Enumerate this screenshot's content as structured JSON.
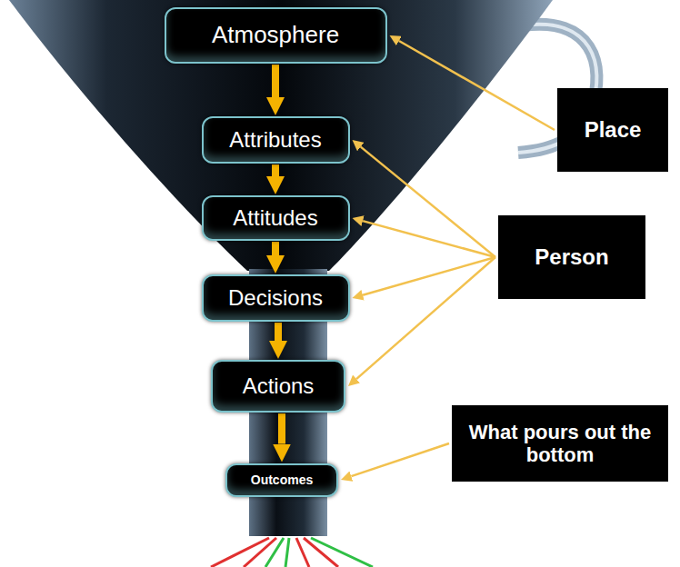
{
  "diagram": {
    "nodes": [
      {
        "text": [
          "Atmosphere"
        ]
      },
      {
        "text": [
          "Attributes"
        ]
      },
      {
        "text": [
          "Attitudes"
        ]
      },
      {
        "text": [
          "Decisions"
        ]
      },
      {
        "text": [
          "Actions"
        ]
      },
      {
        "text": [
          "Outcomes"
        ]
      },
      {
        "text": [
          "Place"
        ]
      },
      {
        "text": [
          "Person"
        ]
      },
      {
        "text": [
          "What pours out the bottom"
        ]
      }
    ],
    "edges": [
      {
        "from": 0,
        "to": 1,
        "arrow": "to"
      },
      {
        "from": 1,
        "to": 2,
        "arrow": "to"
      },
      {
        "from": 2,
        "to": 3,
        "arrow": "to"
      },
      {
        "from": 3,
        "to": 4,
        "arrow": "to"
      },
      {
        "from": 4,
        "to": 5,
        "arrow": "to"
      },
      {
        "from": 6,
        "to": 0,
        "arrow": "to"
      },
      {
        "from": 7,
        "to": 1,
        "arrow": "to"
      },
      {
        "from": 7,
        "to": 2,
        "arrow": "to"
      },
      {
        "from": 7,
        "to": 3,
        "arrow": "to"
      },
      {
        "from": 7,
        "to": 4,
        "arrow": "to"
      },
      {
        "from": 8,
        "to": 5,
        "arrow": "to"
      }
    ]
  }
}
